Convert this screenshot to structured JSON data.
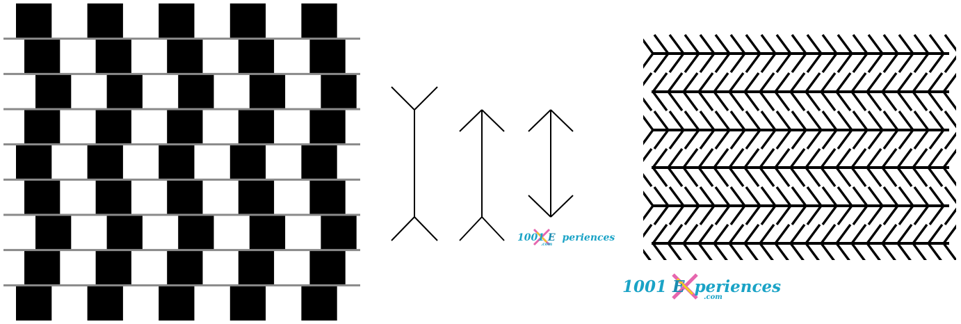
{
  "logo_small": {
    "number": "1001 ",
    "letter": "E",
    "rest": "periences",
    "suffix": ".com"
  },
  "logo_large": {
    "number": "1001 ",
    "letter": "E",
    "rest": "periences",
    "suffix": ".com"
  },
  "colors": {
    "black": "#000000",
    "white": "#ffffff",
    "mortar": "#8a8a8a",
    "logo_teal": "#1aa3c6",
    "logo_pink": "#e0409a",
    "logo_yellow": "#f2d21c"
  },
  "icons": {
    "cafe_wall": "cafe-wall-illusion",
    "muller_lyer": "muller-lyer-illusion",
    "zollner": "zollner-illusion"
  }
}
